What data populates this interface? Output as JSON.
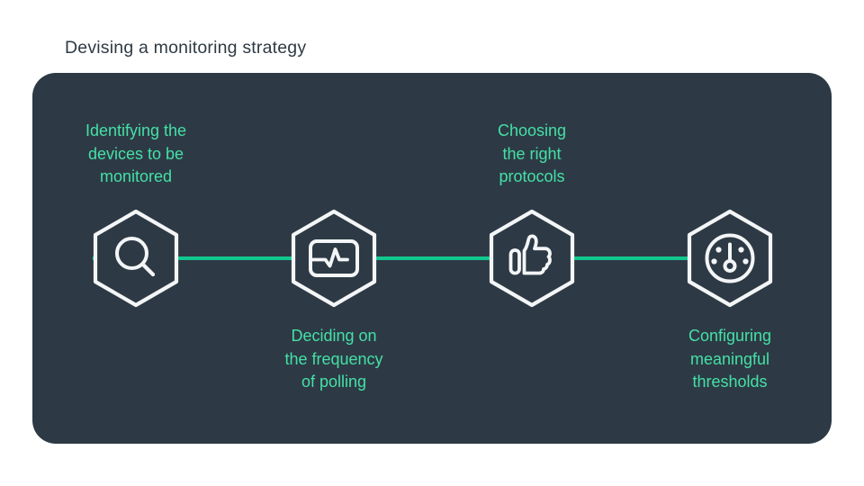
{
  "page": {
    "title": "Devising a monitoring strategy",
    "background": "#ffffff"
  },
  "colors": {
    "card_background": "#2d3a45",
    "label_green": "#45e0a6",
    "connector_green": "#12c78e",
    "icon_stroke": "#f3f5f6",
    "title_text": "#2e3a45"
  },
  "diagram": {
    "connector_style": "horizontal-green-line",
    "steps": [
      {
        "label": "Identifying the\ndevices to be\nmonitored",
        "icon": "magnifier-icon",
        "label_position": "above"
      },
      {
        "label": "Deciding on\nthe frequency\nof polling",
        "icon": "pulse-monitor-icon",
        "label_position": "below"
      },
      {
        "label": "Choosing\nthe right\nprotocols",
        "icon": "thumbs-up-icon",
        "label_position": "above"
      },
      {
        "label": "Configuring\nmeaningful\nthresholds",
        "icon": "gauge-icon",
        "label_position": "below"
      }
    ]
  }
}
